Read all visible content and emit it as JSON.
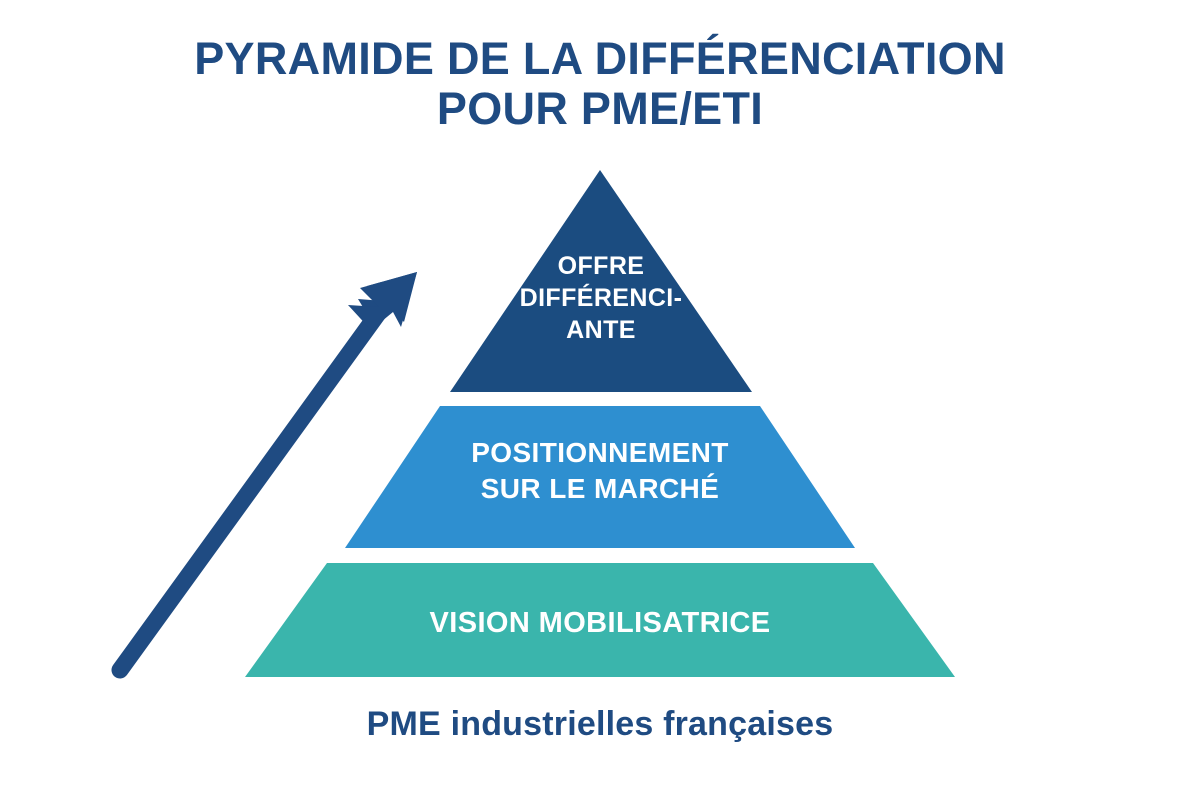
{
  "title": {
    "line1": "PYRAMIDE DE LA DIFFÉRENCIATION",
    "line2": "POUR PME/ETI"
  },
  "pyramid": {
    "tiers": [
      {
        "level": 1,
        "position": "top",
        "label": "OFFRE\nDIFFÉRENCI-\nANTE",
        "label_plain": "OFFRE DIFFÉRENCIANTE",
        "color": "#1b4c80"
      },
      {
        "level": 2,
        "position": "middle",
        "label": "POSITIONNEMENT\nSUR LE MARCHÉ",
        "label_plain": "POSITIONNEMENT SUR LE MARCHÉ",
        "color": "#2e8fd0"
      },
      {
        "level": 3,
        "position": "bottom",
        "label": "VISION MOBILISATRICE",
        "label_plain": "VISION MOBILISATRICE",
        "color": "#3ab5ac"
      }
    ]
  },
  "arrow": {
    "name": "upward-growth-arrow",
    "color": "#1f4b82",
    "direction": "up-right"
  },
  "caption": "PME industrielles françaises",
  "colors": {
    "background": "#ffffff",
    "title_text": "#1f4b82",
    "caption_text": "#1f4b82",
    "tier_text": "#ffffff",
    "tier_top": "#1b4c80",
    "tier_middle": "#2e8fd0",
    "tier_bottom": "#3ab5ac",
    "arrow": "#1f4b82"
  }
}
